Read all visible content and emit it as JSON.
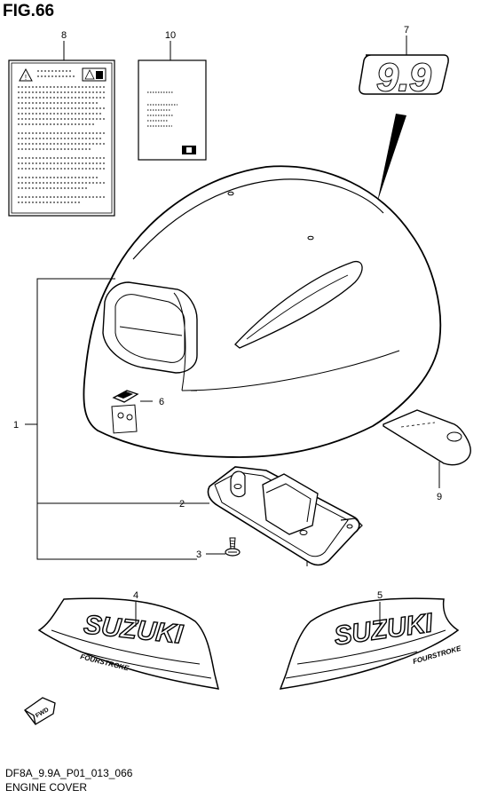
{
  "figure": {
    "title": "FIG.66",
    "drawing_code": "DF8A_9.9A_P01_013_066",
    "name": "ENGINE COVER"
  },
  "callouts": {
    "c1": "1",
    "c2": "2",
    "c3": "3",
    "c4": "4",
    "c5": "5",
    "c6": "6",
    "c7": "7",
    "c8": "8",
    "c9": "9",
    "c10": "10"
  },
  "decals": {
    "model_emblem": "9.9",
    "brand_left": "SUZUKI",
    "brand_right": "SUZUKI",
    "series_left": "FOURSTROKE",
    "series_right": "FOURSTROKE",
    "fwd_marker": "FWD"
  }
}
